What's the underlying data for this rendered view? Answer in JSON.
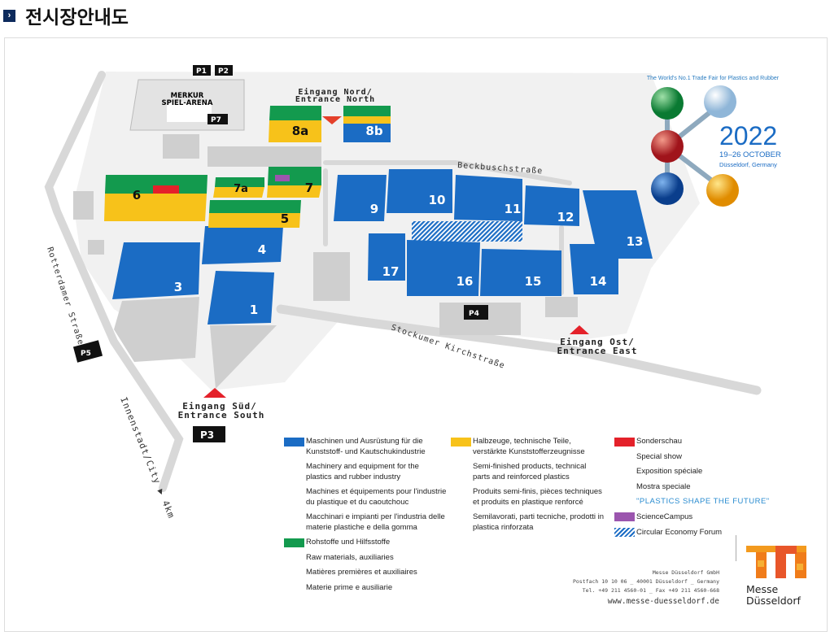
{
  "page": {
    "title": "전시장안내도",
    "bullet": "›"
  },
  "map": {
    "halls": [
      "1",
      "3",
      "4",
      "5",
      "6",
      "7a",
      "7",
      "8a",
      "8b",
      "9",
      "10",
      "11",
      "12",
      "13",
      "14",
      "15",
      "16",
      "17"
    ],
    "places": {
      "arena": [
        "MERKUR",
        "SPIEL-ARENA"
      ],
      "entrance_north": [
        "Eingang Nord/",
        "Entrance North"
      ],
      "entrance_east": [
        "Eingang Ost/",
        "Entrance East"
      ],
      "entrance_south": [
        "Eingang Süd/",
        "Entrance South"
      ],
      "streets": {
        "beckbusch": "Beckbuschstraße",
        "stockumer": "Stockumer Kirchstraße",
        "rotterdamer": "Rotterdamer Straße",
        "innenstadt": "Innenstadt/City ▶ 4km"
      },
      "parking": [
        "P1",
        "P2",
        "P7",
        "P4",
        "P5",
        "P3"
      ]
    }
  },
  "event": {
    "tagline": "The World's No.1 Trade Fair for Plastics and Rubber",
    "year": "2022",
    "dates": "19–26 OCTOBER",
    "location": "Düsseldorf, Germany"
  },
  "legend": {
    "colors": {
      "blue": "#1b6cc4",
      "green": "#139a4e",
      "yellow": "#f7c21a",
      "red": "#e4212a",
      "purple": "#9b55ae"
    },
    "machinery": [
      "Maschinen und Ausrüstung für die",
      "Kunststoff- und Kautschukindustrie",
      "Machinery and equipment for the",
      "plastics and rubber industry",
      "Machines et équipements pour l'industrie",
      "du plastique et du caoutchouc",
      "Macchinari e impianti per l'industria delle",
      "materie plastiche e della gomma"
    ],
    "raw": [
      "Rohstoffe und Hilfsstoffe",
      "Raw materials, auxiliaries",
      "Matières premières et auxiliaires",
      "Materie prime e ausiliarie"
    ],
    "semi": [
      "Halbzeuge, technische Teile,",
      "verstärkte Kunststofferzeugnisse",
      "Semi-finished products, technical",
      "parts and reinforced plastics",
      "Produits semi-finis, pièces techniques",
      "et produits en plastique renforcé",
      "Semilavorati, parti tecniche, prodotti in",
      "plastica rinforzata"
    ],
    "special": [
      "Sonderschau",
      "Special show",
      "Exposition spéciale",
      "Mostra speciale",
      "\"PLASTICS SHAPE THE FUTURE\""
    ],
    "science": "ScienceCampus",
    "circular": "Circular Economy Forum"
  },
  "footer": {
    "company": "Messe Düsseldorf GmbH",
    "postal": "Postfach 10 10 06 _ 40001 Düsseldorf _ Germany",
    "phone": "Tel. +49 211 4560-01 _ Fax +49 211 4560-668",
    "web": "www.messe-duesseldorf.de",
    "logo": [
      "Messe",
      "Düsseldorf"
    ]
  }
}
